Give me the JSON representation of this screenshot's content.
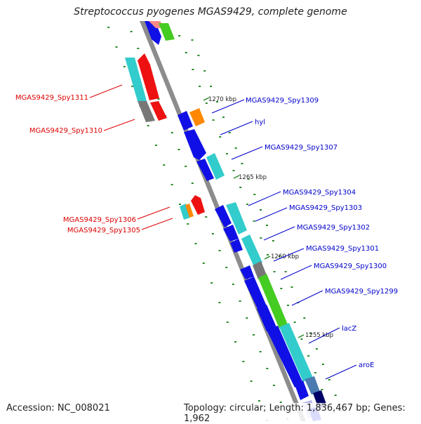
{
  "title": "Streptococcus pyogenes MGAS9429, complete genome",
  "footer": {
    "accession": "Accession: NC_008021",
    "summary": "Topology: circular; Length: 1,836,467 bp; Genes: 1,962"
  },
  "colors": {
    "backbone": "#8c8c8c",
    "tick_dot": "#2a8a2a",
    "forward_label": "#0000cc",
    "reverse_label": "#dd0000",
    "gene_blue": "#1010e6",
    "gene_cyan": "#33cccc",
    "gene_red": "#ee1111",
    "gene_green": "#44cc22",
    "gene_orange": "#ff9900",
    "gene_gray": "#777777",
    "gene_steel": "#4a7ab0",
    "gene_navy": "#000066"
  },
  "scale_labels": [
    "1270 kbp",
    "1265 kbp",
    "1260 kbp",
    "1255 kbp"
  ],
  "forward_labels": [
    "MGAS9429_Spy1309",
    "hyl",
    "MGAS9429_Spy1307",
    "MGAS9429_Spy1304",
    "MGAS9429_Spy1303",
    "MGAS9429_Spy1302",
    "MGAS9429_Spy1301",
    "MGAS9429_Spy1300",
    "MGAS9429_Spy1299",
    "lacZ",
    "aroE"
  ],
  "reverse_labels": [
    "MGAS9429_Spy1311",
    "MGAS9429_Spy1310",
    "MGAS9429_Spy1306",
    "MGAS9429_Spy1305"
  ]
}
